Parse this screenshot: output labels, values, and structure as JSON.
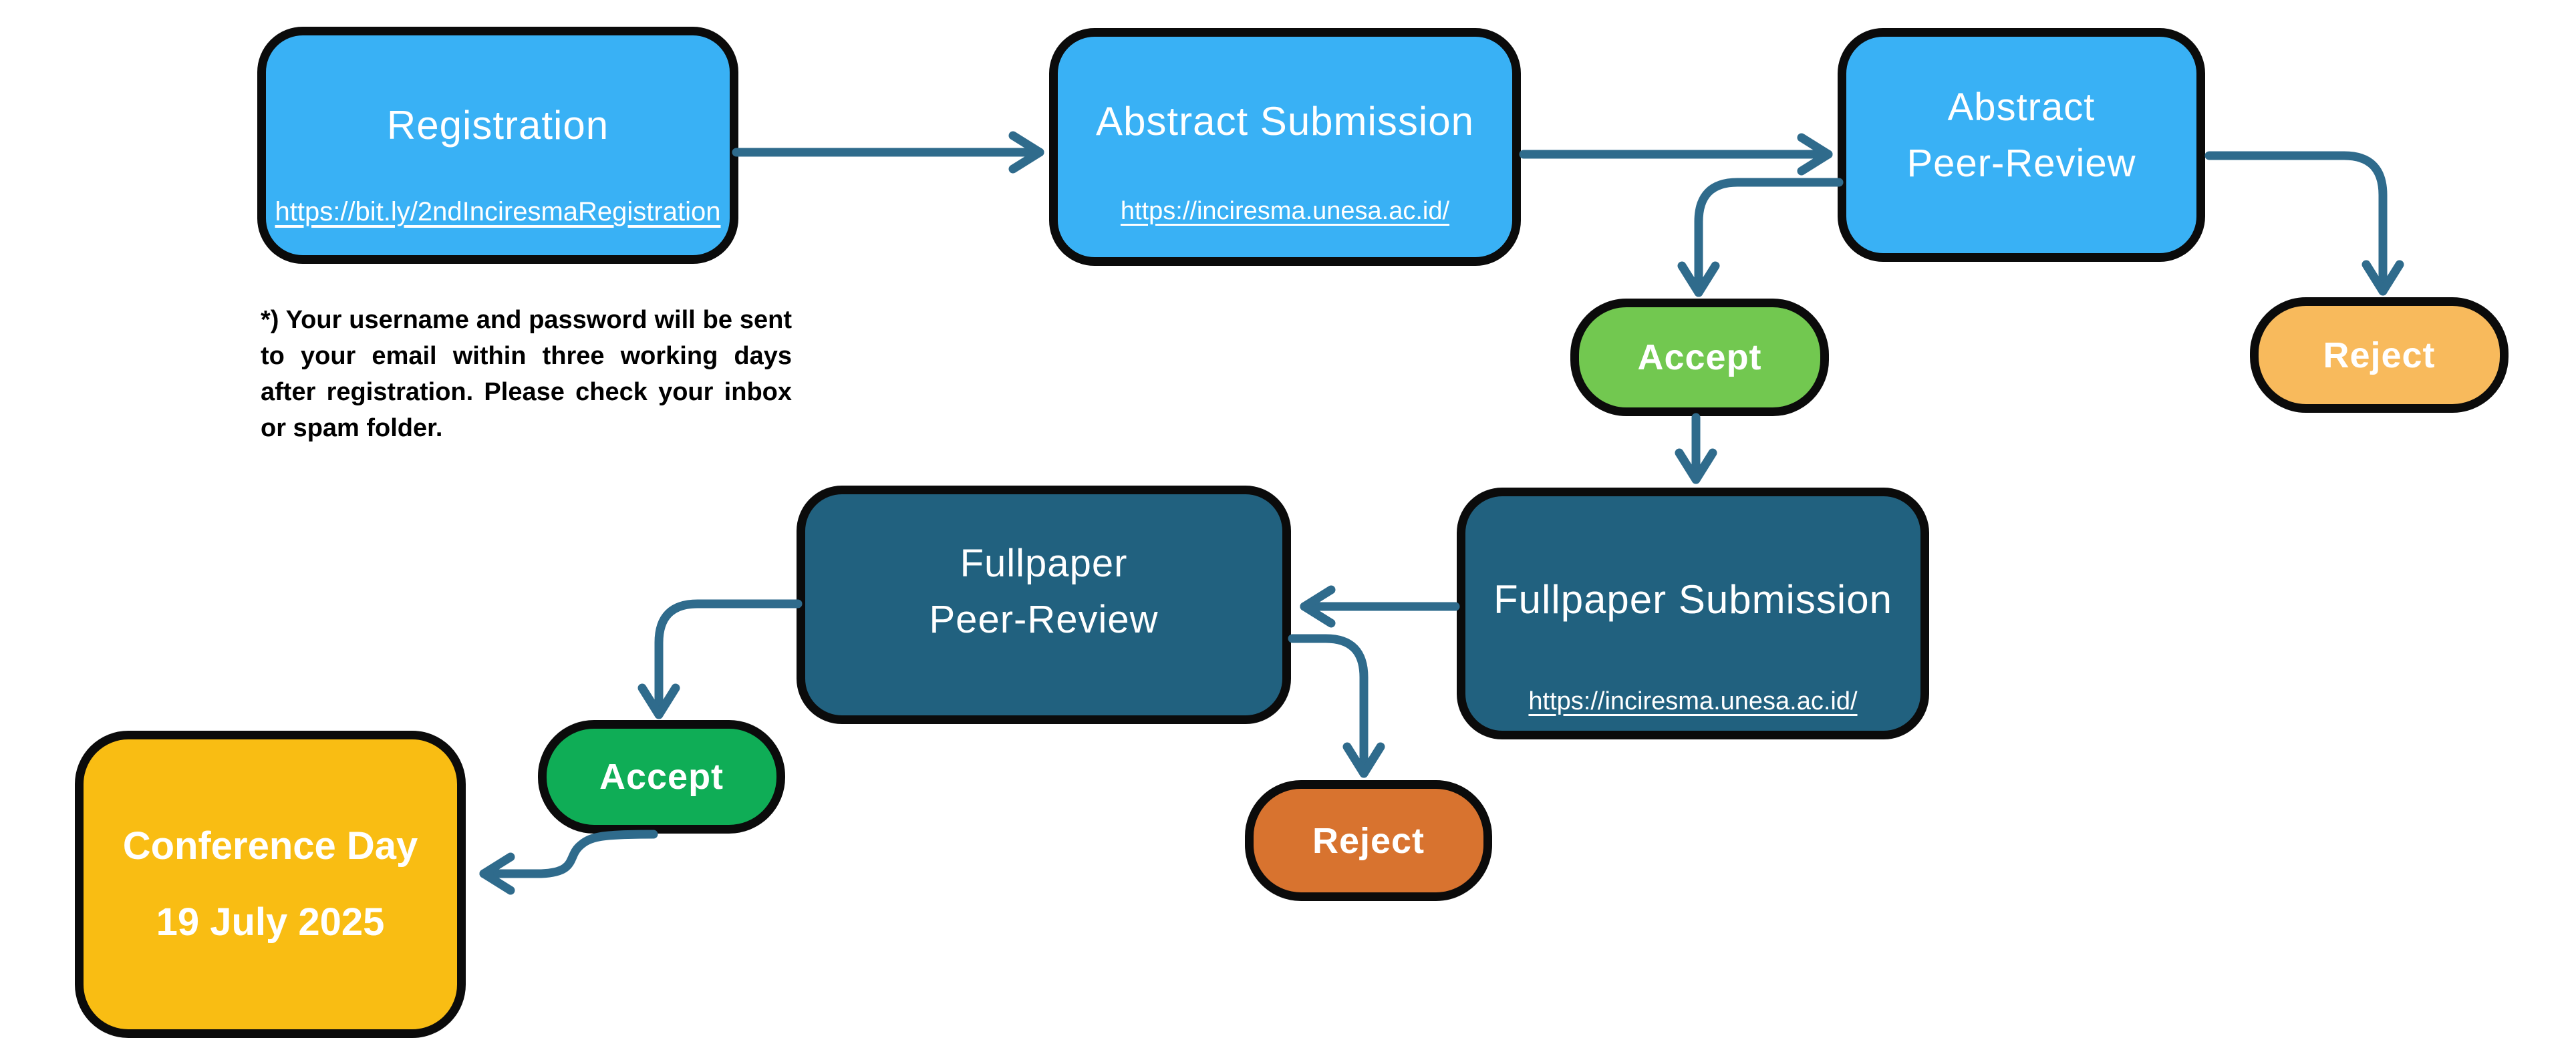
{
  "nodes": {
    "registration": {
      "title": "Registration",
      "url": "https://bit.ly/2ndInciresmaRegistration"
    },
    "abstract_submission": {
      "title": "Abstract Submission",
      "url": "https://inciresma.unesa.ac.id/"
    },
    "abstract_peer_review": {
      "title_line1": "Abstract",
      "title_line2": "Peer-Review"
    },
    "abstract_accept": {
      "label": "Accept"
    },
    "abstract_reject": {
      "label": "Reject"
    },
    "fullpaper_submission": {
      "title": "Fullpaper Submission",
      "url": "https://inciresma.unesa.ac.id/"
    },
    "fullpaper_peer_review": {
      "title_line1": "Fullpaper",
      "title_line2": "Peer-Review"
    },
    "fullpaper_accept": {
      "label": "Accept"
    },
    "fullpaper_reject": {
      "label": "Reject"
    },
    "conference_day": {
      "line1": "Conference Day",
      "line2": "19 July 2025"
    }
  },
  "note": {
    "text": "*) Your username and password will be sent to your email within three working days after registration. Please check your inbox or spam folder."
  },
  "edges": [
    {
      "from": "registration",
      "to": "abstract_submission"
    },
    {
      "from": "abstract_submission",
      "to": "abstract_peer_review"
    },
    {
      "from": "abstract_peer_review",
      "to": "abstract_accept"
    },
    {
      "from": "abstract_peer_review",
      "to": "abstract_reject"
    },
    {
      "from": "abstract_accept",
      "to": "fullpaper_submission"
    },
    {
      "from": "fullpaper_submission",
      "to": "fullpaper_peer_review"
    },
    {
      "from": "fullpaper_peer_review",
      "to": "fullpaper_accept"
    },
    {
      "from": "fullpaper_peer_review",
      "to": "fullpaper_reject"
    },
    {
      "from": "fullpaper_accept",
      "to": "conference_day"
    }
  ],
  "colors": {
    "light_blue": "#39B1F5",
    "dark_teal": "#21617F",
    "connector": "#2F6B8C",
    "accept_light_green": "#72C850",
    "accept_green": "#0FAD56",
    "reject_amber": "#F8BA5C",
    "reject_orange": "#D8732F",
    "conference_gold": "#F9BD13",
    "outline": "#0B0B0B",
    "text_white": "#FFFFFF"
  }
}
